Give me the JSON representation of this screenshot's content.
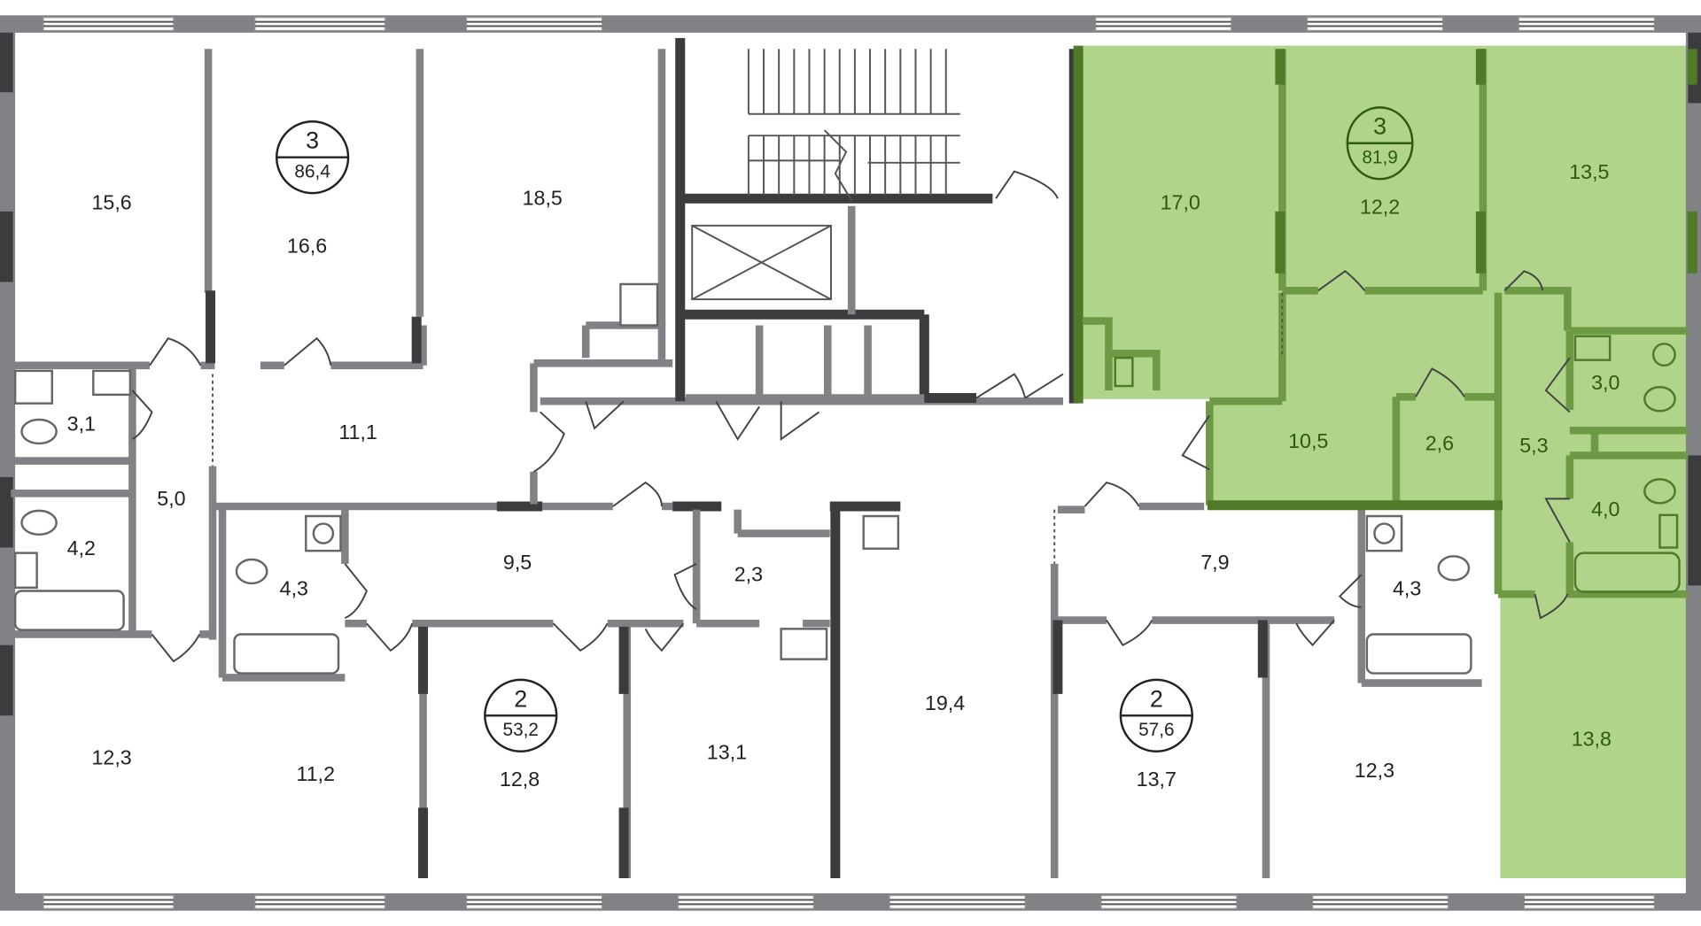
{
  "colors": {
    "highlight_fill": "#b0d48a",
    "highlight_wall": "#537a2a",
    "wall": "#808285",
    "wall_dark": "#3c3c3e"
  },
  "apartments": [
    {
      "rooms": "3",
      "area": "86,4",
      "highlighted": false
    },
    {
      "rooms": "2",
      "area": "53,2",
      "highlighted": false
    },
    {
      "rooms": "2",
      "area": "57,6",
      "highlighted": false
    },
    {
      "rooms": "3",
      "area": "81,9",
      "highlighted": true
    }
  ],
  "room_areas": {
    "a1_room1": "15,6",
    "a1_room2": "16,6",
    "a1_room3": "18,5",
    "a1_bath1": "3,1",
    "a1_hall": "11,1",
    "a1_corridor": "5,0",
    "a1_bath2": "4,2",
    "a1_room4": "12,3",
    "a2_bath": "4,3",
    "a2_hall": "9,5",
    "a2_room1": "11,2",
    "a2_room2": "12,8",
    "a2_storage": "2,3",
    "a2_room3": "13,1",
    "a3_room1": "19,4",
    "a3_room2": "13,7",
    "a3_hall": "7,9",
    "a3_bath": "4,3",
    "a3_room3": "12,3",
    "a4_room1": "17,0",
    "a4_room2": "12,2",
    "a4_room3": "13,5",
    "a4_hall": "10,5",
    "a4_storage": "2,6",
    "a4_corridor": "5,3",
    "a4_bath1": "3,0",
    "a4_bath2": "4,0",
    "a4_room4": "13,8"
  }
}
